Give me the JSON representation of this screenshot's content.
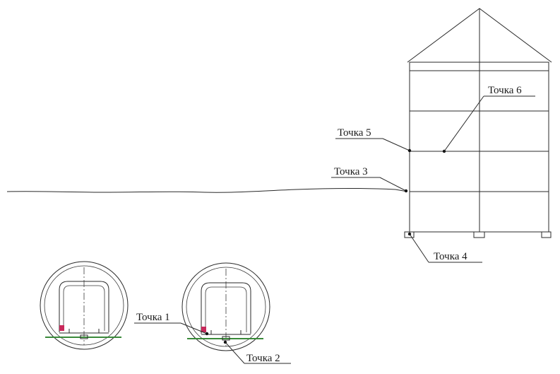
{
  "labels": {
    "point1": "Точка 1",
    "point2": "Точка 2",
    "point3": "Точка 3",
    "point4": "Точка 4",
    "point5": "Точка 5",
    "point6": "Точка 6"
  },
  "colors": {
    "line": "#2a2a2a",
    "rail_bed": "#3a8a3a",
    "signal": "#c8285a"
  }
}
